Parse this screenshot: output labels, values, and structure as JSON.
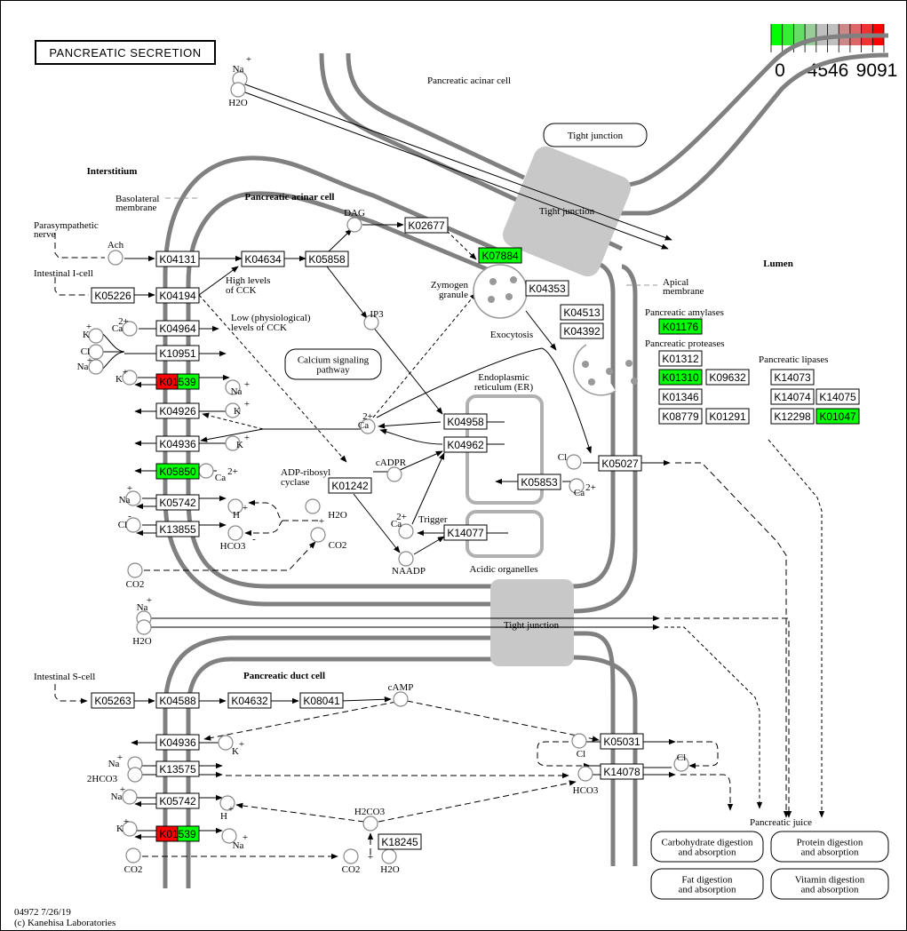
{
  "title": "PANCREATIC SECRETION",
  "legend": {
    "colors": [
      "#00ff00",
      "#33ee33",
      "#66dd66",
      "#99cc99",
      "#bfbfbf",
      "#bfbfbf",
      "#cc8888",
      "#dd6666",
      "#ee3333",
      "#ff0000"
    ],
    "labels": [
      "0",
      "4546",
      "9091"
    ]
  },
  "colors": {
    "green": "#00ff00",
    "red": "#ff0000",
    "white": "#ffffff"
  },
  "regions": {
    "interstitium": "Interstitium",
    "acinar_top": "Pancreatic acinar cell",
    "acinar_main": "Pancreatic acinar cell",
    "duct": "Pancreatic duct cell",
    "lumen": "Lumen",
    "basolateral": [
      "Basolateral",
      "membrane"
    ],
    "apical": [
      "Apical",
      "membrane"
    ]
  },
  "maps": {
    "calcium": [
      "Calcium signaling",
      "pathway"
    ],
    "tj_top": [
      "Tight junction"
    ],
    "carb": [
      "Carbohydrate digestion",
      "and absorption"
    ],
    "protein": [
      "Protein digestion",
      "and absorption"
    ],
    "fat": [
      "Fat digestion",
      "and absorption"
    ],
    "vitamin": [
      "Vitamin digestion",
      "and absorption"
    ]
  },
  "tight_junctions": [
    "Tight junction",
    "Tight junction"
  ],
  "orthologs": [
    {
      "id": "K04131",
      "color": "white"
    },
    {
      "id": "K04634",
      "color": "white"
    },
    {
      "id": "K05858",
      "color": "white"
    },
    {
      "id": "K02677",
      "color": "white"
    },
    {
      "id": "K07884",
      "color": "green"
    },
    {
      "id": "K04353",
      "color": "white"
    },
    {
      "id": "K05226",
      "color": "white"
    },
    {
      "id": "K04194",
      "color": "white"
    },
    {
      "id": "K04964",
      "color": "white"
    },
    {
      "id": "K10951",
      "color": "white"
    },
    {
      "id": "K01539",
      "color": "split"
    },
    {
      "id": "K04926",
      "color": "white"
    },
    {
      "id": "K04936",
      "color": "white"
    },
    {
      "id": "K05850",
      "color": "green"
    },
    {
      "id": "K05742",
      "color": "white"
    },
    {
      "id": "K13855",
      "color": "white"
    },
    {
      "id": "K01242",
      "color": "white"
    },
    {
      "id": "K04958",
      "color": "white"
    },
    {
      "id": "K04962",
      "color": "white"
    },
    {
      "id": "K05853",
      "color": "white"
    },
    {
      "id": "K14077",
      "color": "white"
    },
    {
      "id": "K05027",
      "color": "white"
    },
    {
      "id": "K04513",
      "color": "white"
    },
    {
      "id": "K04392",
      "color": "white"
    },
    {
      "id": "K01176",
      "color": "green"
    },
    {
      "id": "K01312",
      "color": "white"
    },
    {
      "id": "K01310",
      "color": "green"
    },
    {
      "id": "K09632",
      "color": "white"
    },
    {
      "id": "K01346",
      "color": "white"
    },
    {
      "id": "K08779",
      "color": "white"
    },
    {
      "id": "K01291",
      "color": "white"
    },
    {
      "id": "K14073",
      "color": "white"
    },
    {
      "id": "K14074",
      "color": "white"
    },
    {
      "id": "K14075",
      "color": "white"
    },
    {
      "id": "K12298",
      "color": "white"
    },
    {
      "id": "K01047",
      "color": "green"
    },
    {
      "id": "K05263",
      "color": "white"
    },
    {
      "id": "K04588",
      "color": "white"
    },
    {
      "id": "K04632",
      "color": "white"
    },
    {
      "id": "K08041",
      "color": "white"
    },
    {
      "id": "K04936",
      "color": "white"
    },
    {
      "id": "K13575",
      "color": "white"
    },
    {
      "id": "K05742",
      "color": "white"
    },
    {
      "id": "K01539",
      "color": "split"
    },
    {
      "id": "K18245",
      "color": "white"
    },
    {
      "id": "K05031",
      "color": "white"
    },
    {
      "id": "K14078",
      "color": "white"
    }
  ],
  "labels": {
    "parasympathetic": [
      "Parasympathetic",
      "nerve"
    ],
    "icell": "Intestinal I-cell",
    "scell": "Intestinal S-cell",
    "high_cck": [
      "High levels",
      "of CCK"
    ],
    "low_cck": [
      "Low (physiological)",
      "levels of CCK"
    ],
    "zymogen": [
      "Zymogen",
      "granule"
    ],
    "exocytosis": "Exocytosis",
    "er": [
      "Endoplasmic",
      "reticulum (ER)"
    ],
    "acidic": "Acidic organelles",
    "adp_ribosyl": [
      "ADP-ribosyl",
      "cyclase"
    ],
    "trigger": "Trigger",
    "amylases": "Pancreatic amylases",
    "proteases": "Pancreatic proteases",
    "lipases": "Pancreatic lipases",
    "juice": "Pancreatic juice",
    "footer_id": "04972 7/26/19",
    "footer_copy": "(c) Kanehisa Laboratories"
  },
  "compounds": {
    "na": "Na",
    "h2o": "H2O",
    "ach": "Ach",
    "ca": "Ca",
    "k": "K",
    "cl": "Cl",
    "dag": "DAG",
    "ip3": "IP3",
    "cadpr": "cADPR",
    "naadp": "NAADP",
    "camp": "cAMP",
    "co2": "CO2",
    "hco3": "HCO3",
    "h": "H",
    "h2co3": "H2CO3",
    "hco3_2": "2HCO3",
    "plus": "+",
    "minus": "-",
    "two_plus": "2+"
  }
}
